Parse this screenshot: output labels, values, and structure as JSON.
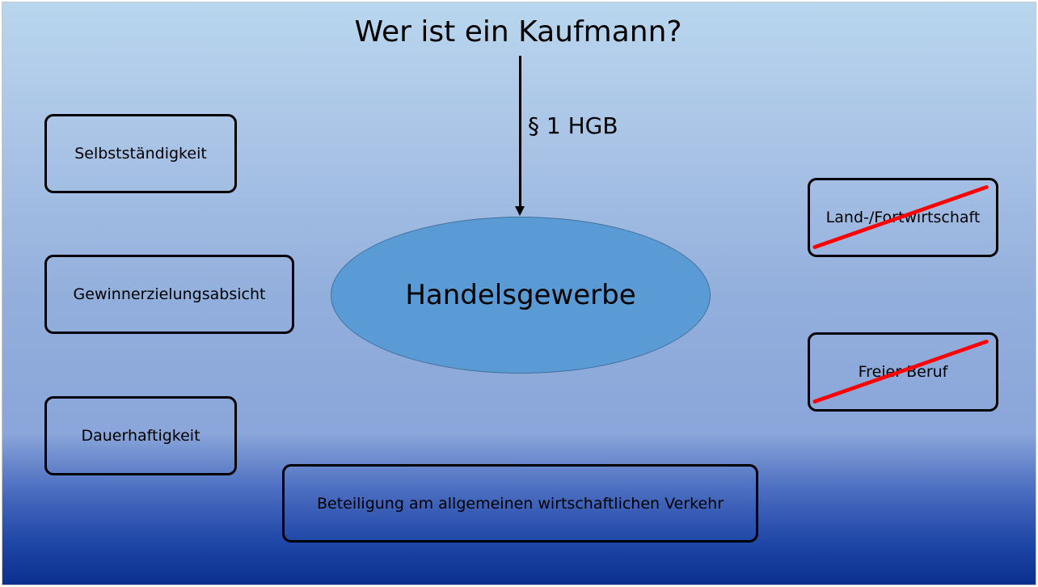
{
  "title": "Wer ist ein Kaufmann?",
  "arrow_label": "§ 1 HGB",
  "center": "Handelsgewerbe",
  "criteria": {
    "selbststaendigkeit": "Selbstständigkeit",
    "gewinnerzielung": "Gewinnerzielungsabsicht",
    "dauerhaftigkeit": "Dauerhaftigkeit",
    "beteiligung": "Beteiligung am allgemeinen wirtschaftlichen Verkehr"
  },
  "excluded": {
    "land_forst": "Land-/Fortwirtschaft",
    "freier_beruf": "Freier Beruf"
  },
  "colors": {
    "ellipse_fill": "#5b9bd5",
    "strike_line": "#ff0000"
  }
}
